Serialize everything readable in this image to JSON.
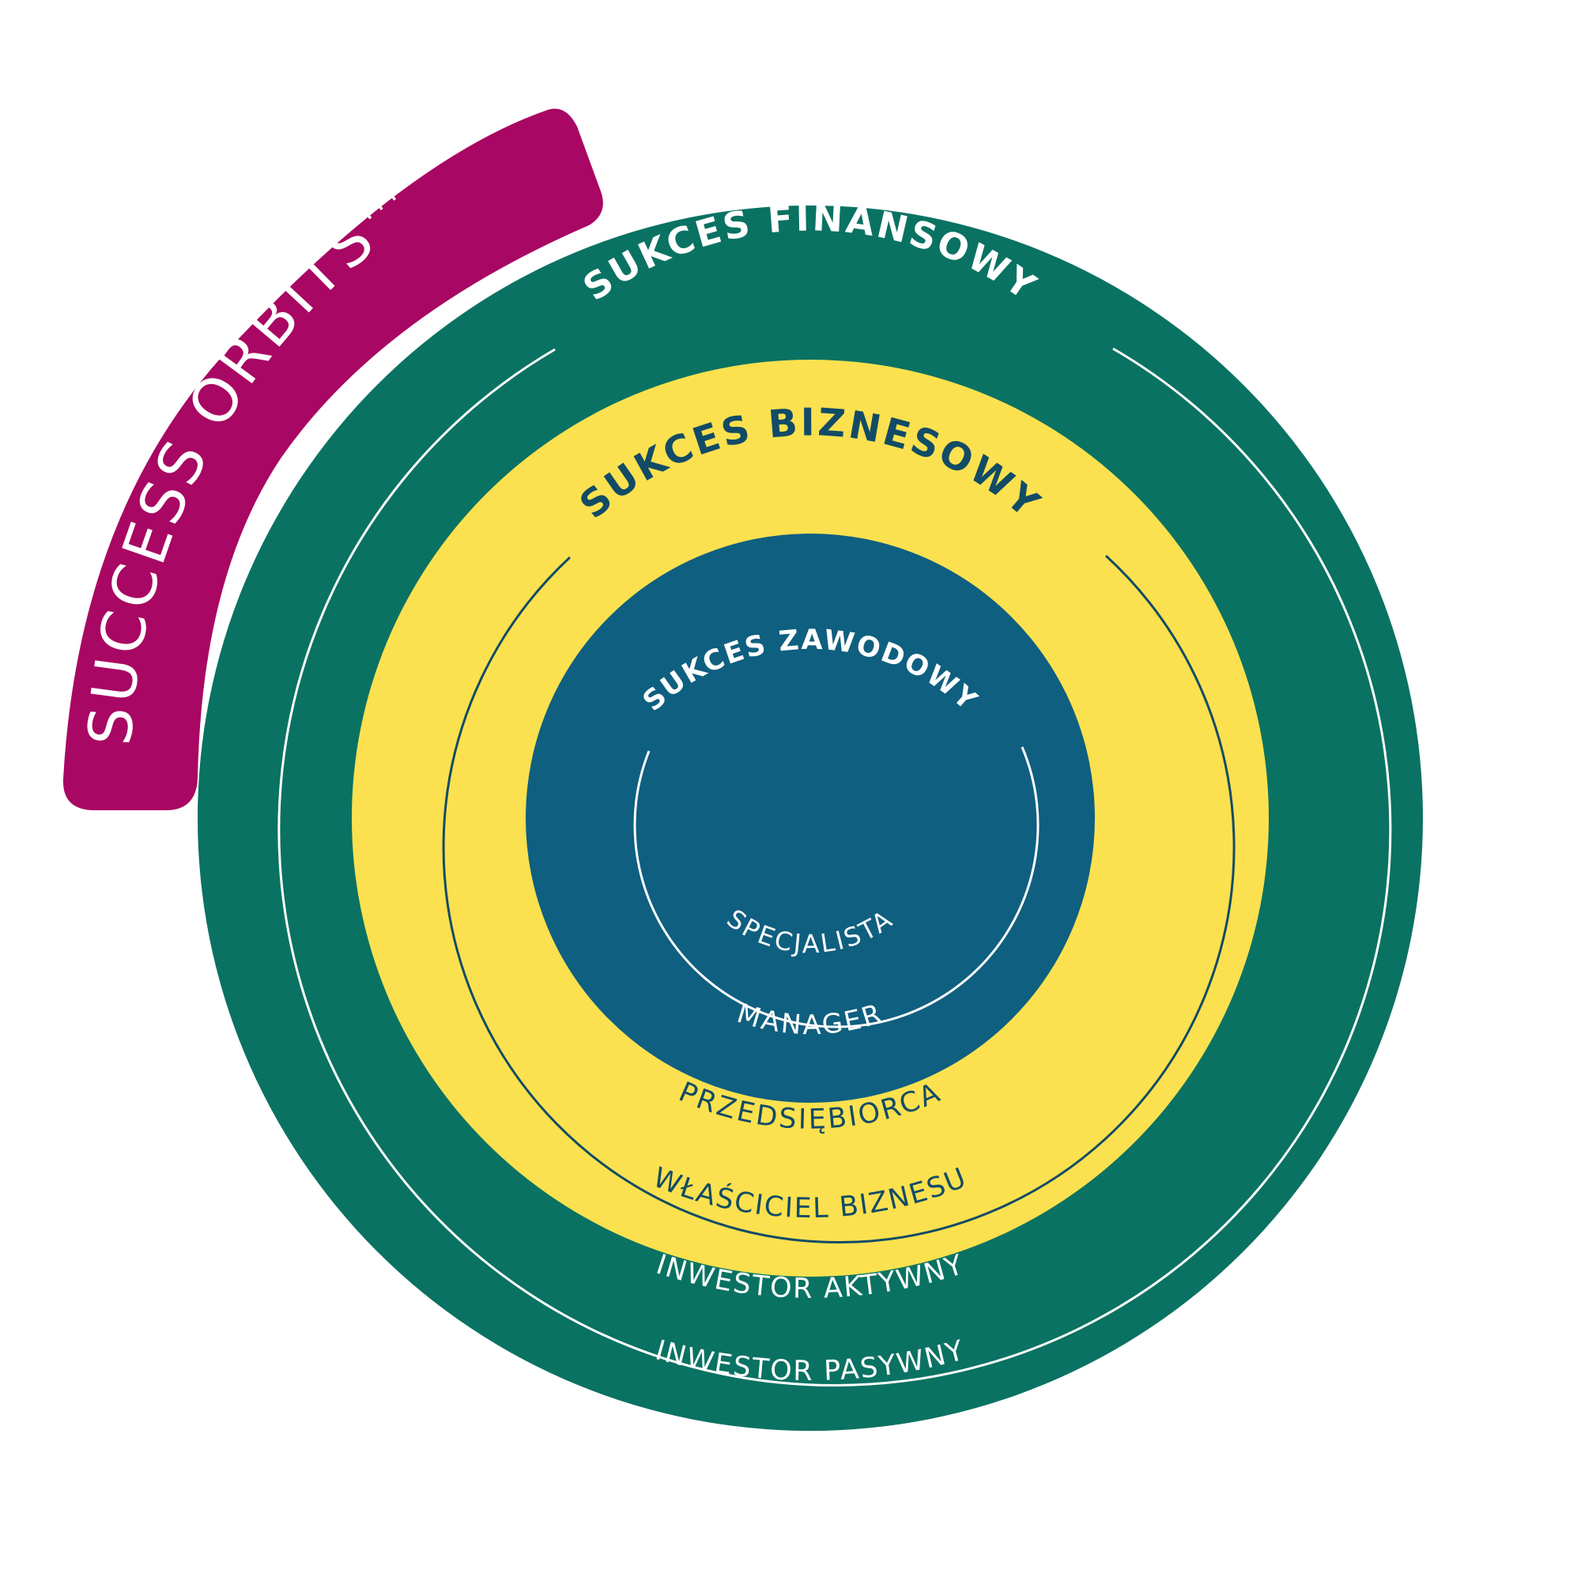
{
  "badge": {
    "title": "SUCCESS ORBITS",
    "trademark": "TM"
  },
  "rings": {
    "financial": {
      "title": "SUKCES FINANSOWY",
      "levels": [
        "INWESTOR AKTYWNY",
        "INWESTOR PASYWNY"
      ]
    },
    "business": {
      "title": "SUKCES BIZNESOWY",
      "levels": [
        "PRZEDSIĘBIORCA",
        "WŁAŚCICIEL BIZNESU"
      ]
    },
    "professional": {
      "title": "SUKCES ZAWODOWY",
      "levels": [
        "SPECJALISTA",
        "MANAGER"
      ]
    }
  },
  "colors": {
    "financial": "#0a7262",
    "business": "#fbe14f",
    "professional": "#0f5f80",
    "badge": "#a80763",
    "light_text": "#ffffff",
    "dark_text": "#124b66"
  }
}
